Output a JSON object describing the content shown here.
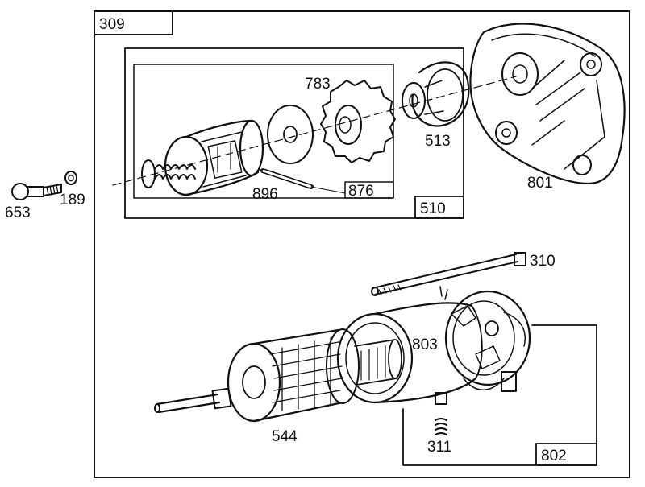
{
  "diagram": {
    "callouts": {
      "assembly_309": "309",
      "assembly_510": "510",
      "part_876": "876",
      "assembly_802": "802"
    },
    "part_numbers": {
      "p653": "653",
      "p189": "189",
      "p783": "783",
      "p513": "513",
      "p801": "801",
      "p896": "896",
      "p310": "310",
      "p803": "803",
      "p544": "544",
      "p311": "311"
    }
  }
}
